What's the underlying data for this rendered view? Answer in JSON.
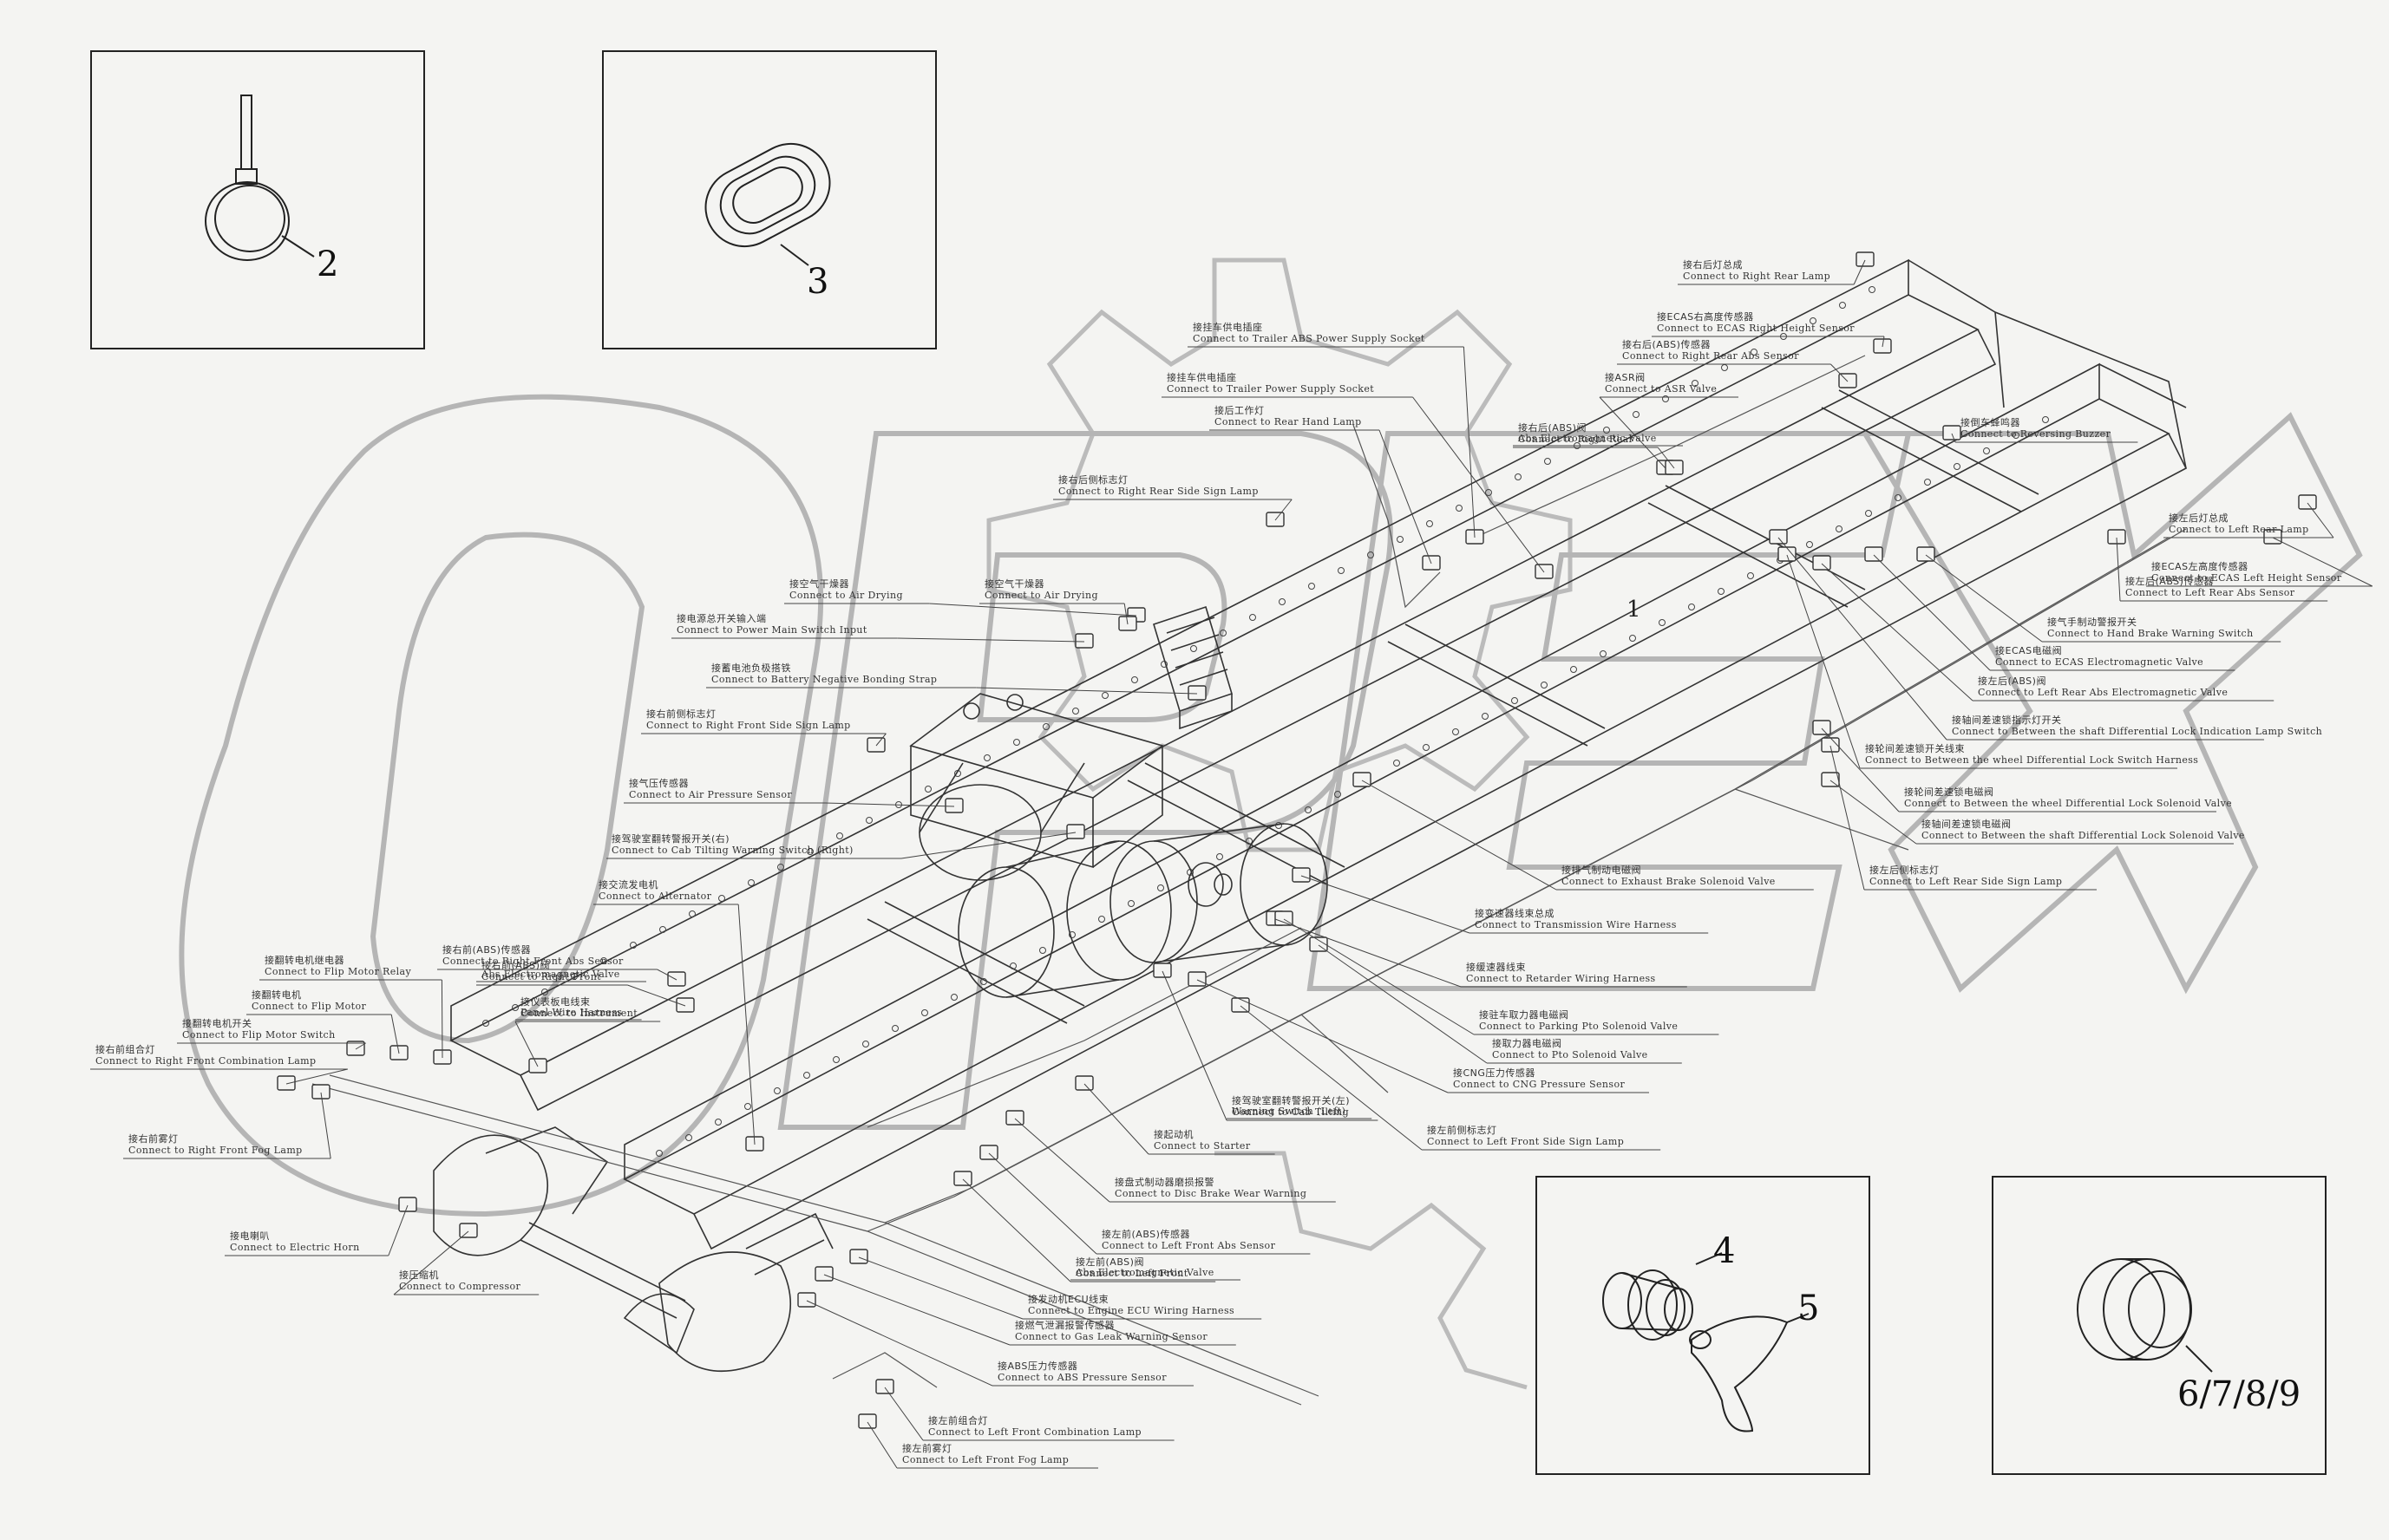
{
  "watermark": {
    "text": "OPEX"
  },
  "insets": {
    "top_left": {
      "number": "2"
    },
    "top_mid": {
      "number": "3"
    },
    "bottom_mid": {
      "number_a": "4",
      "number_b": "5"
    },
    "bottom_right": {
      "number": "6/7/8/9"
    }
  },
  "main_callout": "1",
  "labels": [
    {
      "cn": "接右后灯总成",
      "en": "Connect to Right Rear Lamp"
    },
    {
      "cn": "接ECAS右高度传感器",
      "en": "Connect to ECAS Right Height Sensor"
    },
    {
      "cn": "接挂车供电插座",
      "en": "Connect to Trailer ABS Power Supply Socket"
    },
    {
      "cn": "接右后(ABS)传感器",
      "en": "Connect to Right Rear Abs Sensor"
    },
    {
      "cn": "接挂车供电插座",
      "en": "Connect to Trailer Power Supply Socket"
    },
    {
      "cn": "接ASR阀",
      "en": "Connect to ASR Valve"
    },
    {
      "cn": "接右后(ABS)阀",
      "en": "Connect to Right Rear"
    },
    {
      "cn": "",
      "en": "Abs Electromagnetic Valve"
    },
    {
      "cn": "接后工作灯",
      "en": "Connect to Rear Hand Lamp"
    },
    {
      "cn": "接倒车蜂鸣器",
      "en": "Connect to Reversing Buzzer"
    },
    {
      "cn": "接右后侧标志灯",
      "en": "Connect to Right Rear Side Sign Lamp"
    },
    {
      "cn": "接左后灯总成",
      "en": "Connect to Left Rear Lamp"
    },
    {
      "cn": "接ECAS左高度传感器",
      "en": "Connect to ECAS Left Height Sensor"
    },
    {
      "cn": "接左后(ABS)传感器",
      "en": "Connect to Left Rear Abs Sensor"
    },
    {
      "cn": "接空气干燥器",
      "en": "Connect to Air Drying"
    },
    {
      "cn": "接空气干燥器",
      "en": "Connect to Air Drying"
    },
    {
      "cn": "接电源总开关输入端",
      "en": "Connect to Power Main Switch Input"
    },
    {
      "cn": "接气手制动警报开关",
      "en": "Connect to Hand Brake Warning Switch"
    },
    {
      "cn": "接ECAS电磁阀",
      "en": "Connect to ECAS Electromagnetic Valve"
    },
    {
      "cn": "接左后(ABS)阀",
      "en": "Connect to Left Rear Abs Electromagnetic Valve"
    },
    {
      "cn": "接蓄电池负极搭铁",
      "en": "Connect to Battery Negative Bonding Strap"
    },
    {
      "cn": "接右前侧标志灯",
      "en": "Connect to Right Front Side Sign Lamp"
    },
    {
      "cn": "接轴间差速锁指示灯开关",
      "en": "Connect to Between the shaft Differential Lock Indication Lamp Switch"
    },
    {
      "cn": "接轮间差速锁开关线束",
      "en": "Connect to Between the wheel Differential Lock Switch Harness"
    },
    {
      "cn": "接气压传感器",
      "en": "Connect to Air Pressure Sensor"
    },
    {
      "cn": "接轮间差速锁电磁阀",
      "en": "Connect to Between the wheel Differential Lock Solenoid Valve"
    },
    {
      "cn": "接驾驶室翻转警报开关(右)",
      "en": "Connect to Cab Tilting Warning Switch (Right)"
    },
    {
      "cn": "接轴间差速锁电磁阀",
      "en": "Connect to Between the shaft Differential Lock Solenoid Valve"
    },
    {
      "cn": "接排气制动电磁阀",
      "en": "Connect to Exhaust Brake Solenoid Valve"
    },
    {
      "cn": "接左后侧标志灯",
      "en": "Connect to Left Rear Side Sign Lamp"
    },
    {
      "cn": "接交流发电机",
      "en": "Connect to Alternator"
    },
    {
      "cn": "接变速器线束总成",
      "en": "Connect to Transmission Wire Harness"
    },
    {
      "cn": "接右前(ABS)传感器",
      "en": "Connect to Right Front Abs Sensor"
    },
    {
      "cn": "接翻转电机继电器",
      "en": "Connect to Flip Motor Relay"
    },
    {
      "cn": "接右前(ABS)阀",
      "en": "Connect to Right Front"
    },
    {
      "cn": "",
      "en": "Abs Electromagnetic Valve"
    },
    {
      "cn": "接翻转电机",
      "en": "Connect to Flip Motor"
    },
    {
      "cn": "接缓速器线束",
      "en": "Connect to Retarder Wiring Harness"
    },
    {
      "cn": "接仪表板电线束",
      "en": "Connect to Instrument"
    },
    {
      "cn": "",
      "en": "Panel Wire Harness"
    },
    {
      "cn": "接驻车取力器电磁阀",
      "en": "Connect to Parking Pto Solenoid Valve"
    },
    {
      "cn": "接翻转电机开关",
      "en": "Connect to Flip Motor Switch"
    },
    {
      "cn": "接取力器电磁阀",
      "en": "Connect to Pto Solenoid Valve"
    },
    {
      "cn": "接右前组合灯",
      "en": "Connect to Right Front Combination Lamp"
    },
    {
      "cn": "接CNG压力传感器",
      "en": "Connect to CNG Pressure Sensor"
    },
    {
      "cn": "接驾驶室翻转警报开关(左)",
      "en": "Connect to Cab Tilting"
    },
    {
      "cn": "",
      "en": "Warning Switch (Left)"
    },
    {
      "cn": "接左前侧标志灯",
      "en": "Connect to Left Front Side Sign Lamp"
    },
    {
      "cn": "接右前雾灯",
      "en": "Connect to Right Front Fog Lamp"
    },
    {
      "cn": "接起动机",
      "en": "Connect to Starter"
    },
    {
      "cn": "接盘式制动器磨损报警",
      "en": "Connect to Disc Brake Wear Warning"
    },
    {
      "cn": "接左前(ABS)传感器",
      "en": "Connect to Left Front Abs Sensor"
    },
    {
      "cn": "接电喇叭",
      "en": "Connect to Electric Horn"
    },
    {
      "cn": "接左前(ABS)阀",
      "en": "Connect to Left Front"
    },
    {
      "cn": "",
      "en": "Abs Electromagnetic Valve"
    },
    {
      "cn": "接压缩机",
      "en": "Connect to Compressor"
    },
    {
      "cn": "接发动机ECU线束",
      "en": "Connect to Engine ECU Wiring Harness"
    },
    {
      "cn": "接燃气泄漏报警传感器",
      "en": "Connect to Gas Leak Warning Sensor"
    },
    {
      "cn": "接ABS压力传感器",
      "en": "Connect to ABS Pressure Sensor"
    },
    {
      "cn": "接左前组合灯",
      "en": "Connect to Left Front Combination Lamp"
    },
    {
      "cn": "接左前雾灯",
      "en": "Connect to Left Front Fog Lamp"
    }
  ]
}
